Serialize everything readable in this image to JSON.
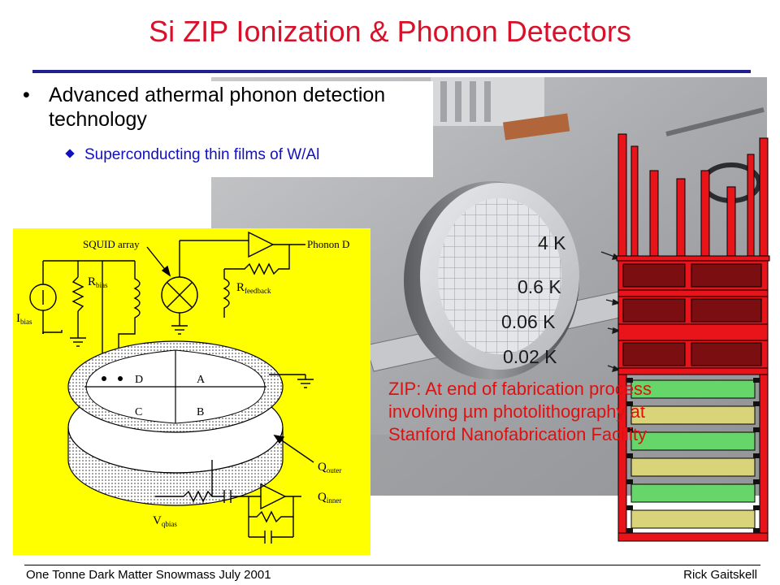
{
  "slide": {
    "title": "Si ZIP Ionization & Phonon Detectors",
    "bullets": [
      {
        "text": "Advanced athermal phonon detection technology",
        "subitems": [
          "Superconducting thin films of W/Al"
        ]
      }
    ],
    "temperatures": [
      "4 K",
      "0.6 K",
      "0.06 K",
      "0.02 K"
    ],
    "caption": "ZIP: At end of fabrication process\ninvolving µm photolithography at\nStanford Nanofabrication Facility",
    "circuit_labels": {
      "squid": "SQUID array",
      "phonon": "Phonon D",
      "r_bias": "R",
      "r_bias_sub": "bias",
      "r_feedback": "R",
      "r_feedback_sub": "feedback",
      "i_bias": "I",
      "i_bias_sub": "bias",
      "q_outer": "Q",
      "q_outer_sub": "outer",
      "q_inner": "Q",
      "q_inner_sub": "inner",
      "v_qbias": "V",
      "v_qbias_sub": "qbias",
      "quadrants": [
        "D",
        "A",
        "C",
        "B"
      ]
    },
    "footer": {
      "left": "One Tonne Dark Matter Snowmass July 2001",
      "right": "Rick Gaitskell"
    },
    "colors": {
      "title": "#d8102a",
      "title_rule": "#1f1f8f",
      "subbullet": "#1010c0",
      "caption": "#e01010",
      "circuit_bg": "#ffff00",
      "stack_red": "#e8141a"
    }
  }
}
